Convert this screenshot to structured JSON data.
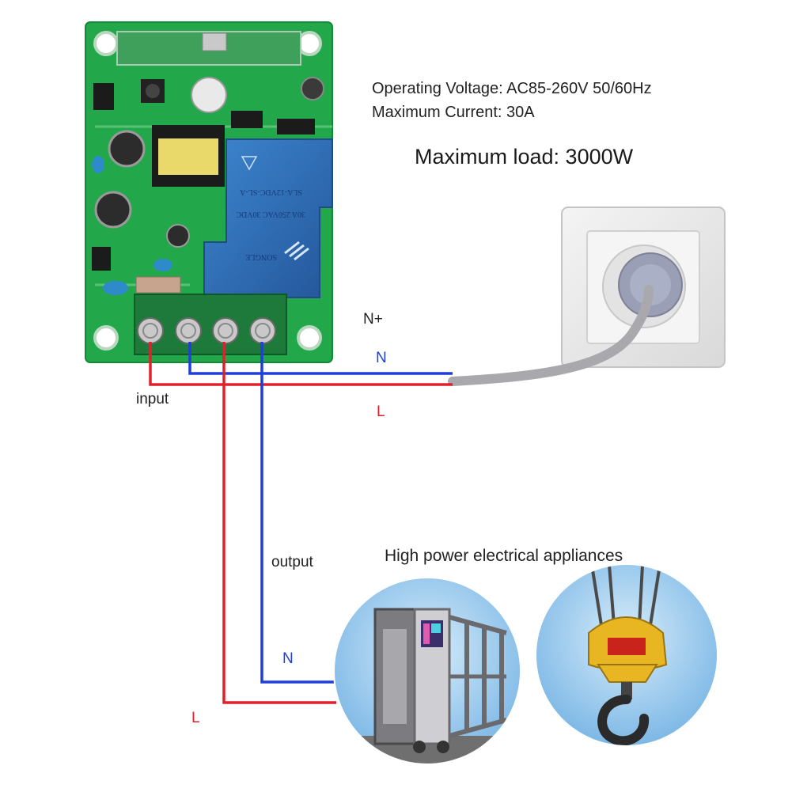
{
  "specs": {
    "voltage": "Operating Voltage: AC85-260V 50/60Hz",
    "current": "Maximum Current: 30A",
    "load": "Maximum load: 3000W"
  },
  "labels": {
    "n_plus": "N+",
    "n_top": "N",
    "l_top": "L",
    "input": "input",
    "output": "output",
    "n_bottom": "N",
    "l_bottom": "L",
    "appliances_title": "High power electrical appliances"
  },
  "relay": {
    "line1": "SLA-12VDC-SL-A",
    "line2": "30A 250VAC 30VDC",
    "line3": "SONGLE"
  },
  "colors": {
    "board": "#1fa84a",
    "relay": "#2f6fb8",
    "wire_live": "#e0202a",
    "wire_neutral": "#1f3fd6",
    "terminal": "#1d7a3a",
    "sky": "#8fc4ea"
  }
}
